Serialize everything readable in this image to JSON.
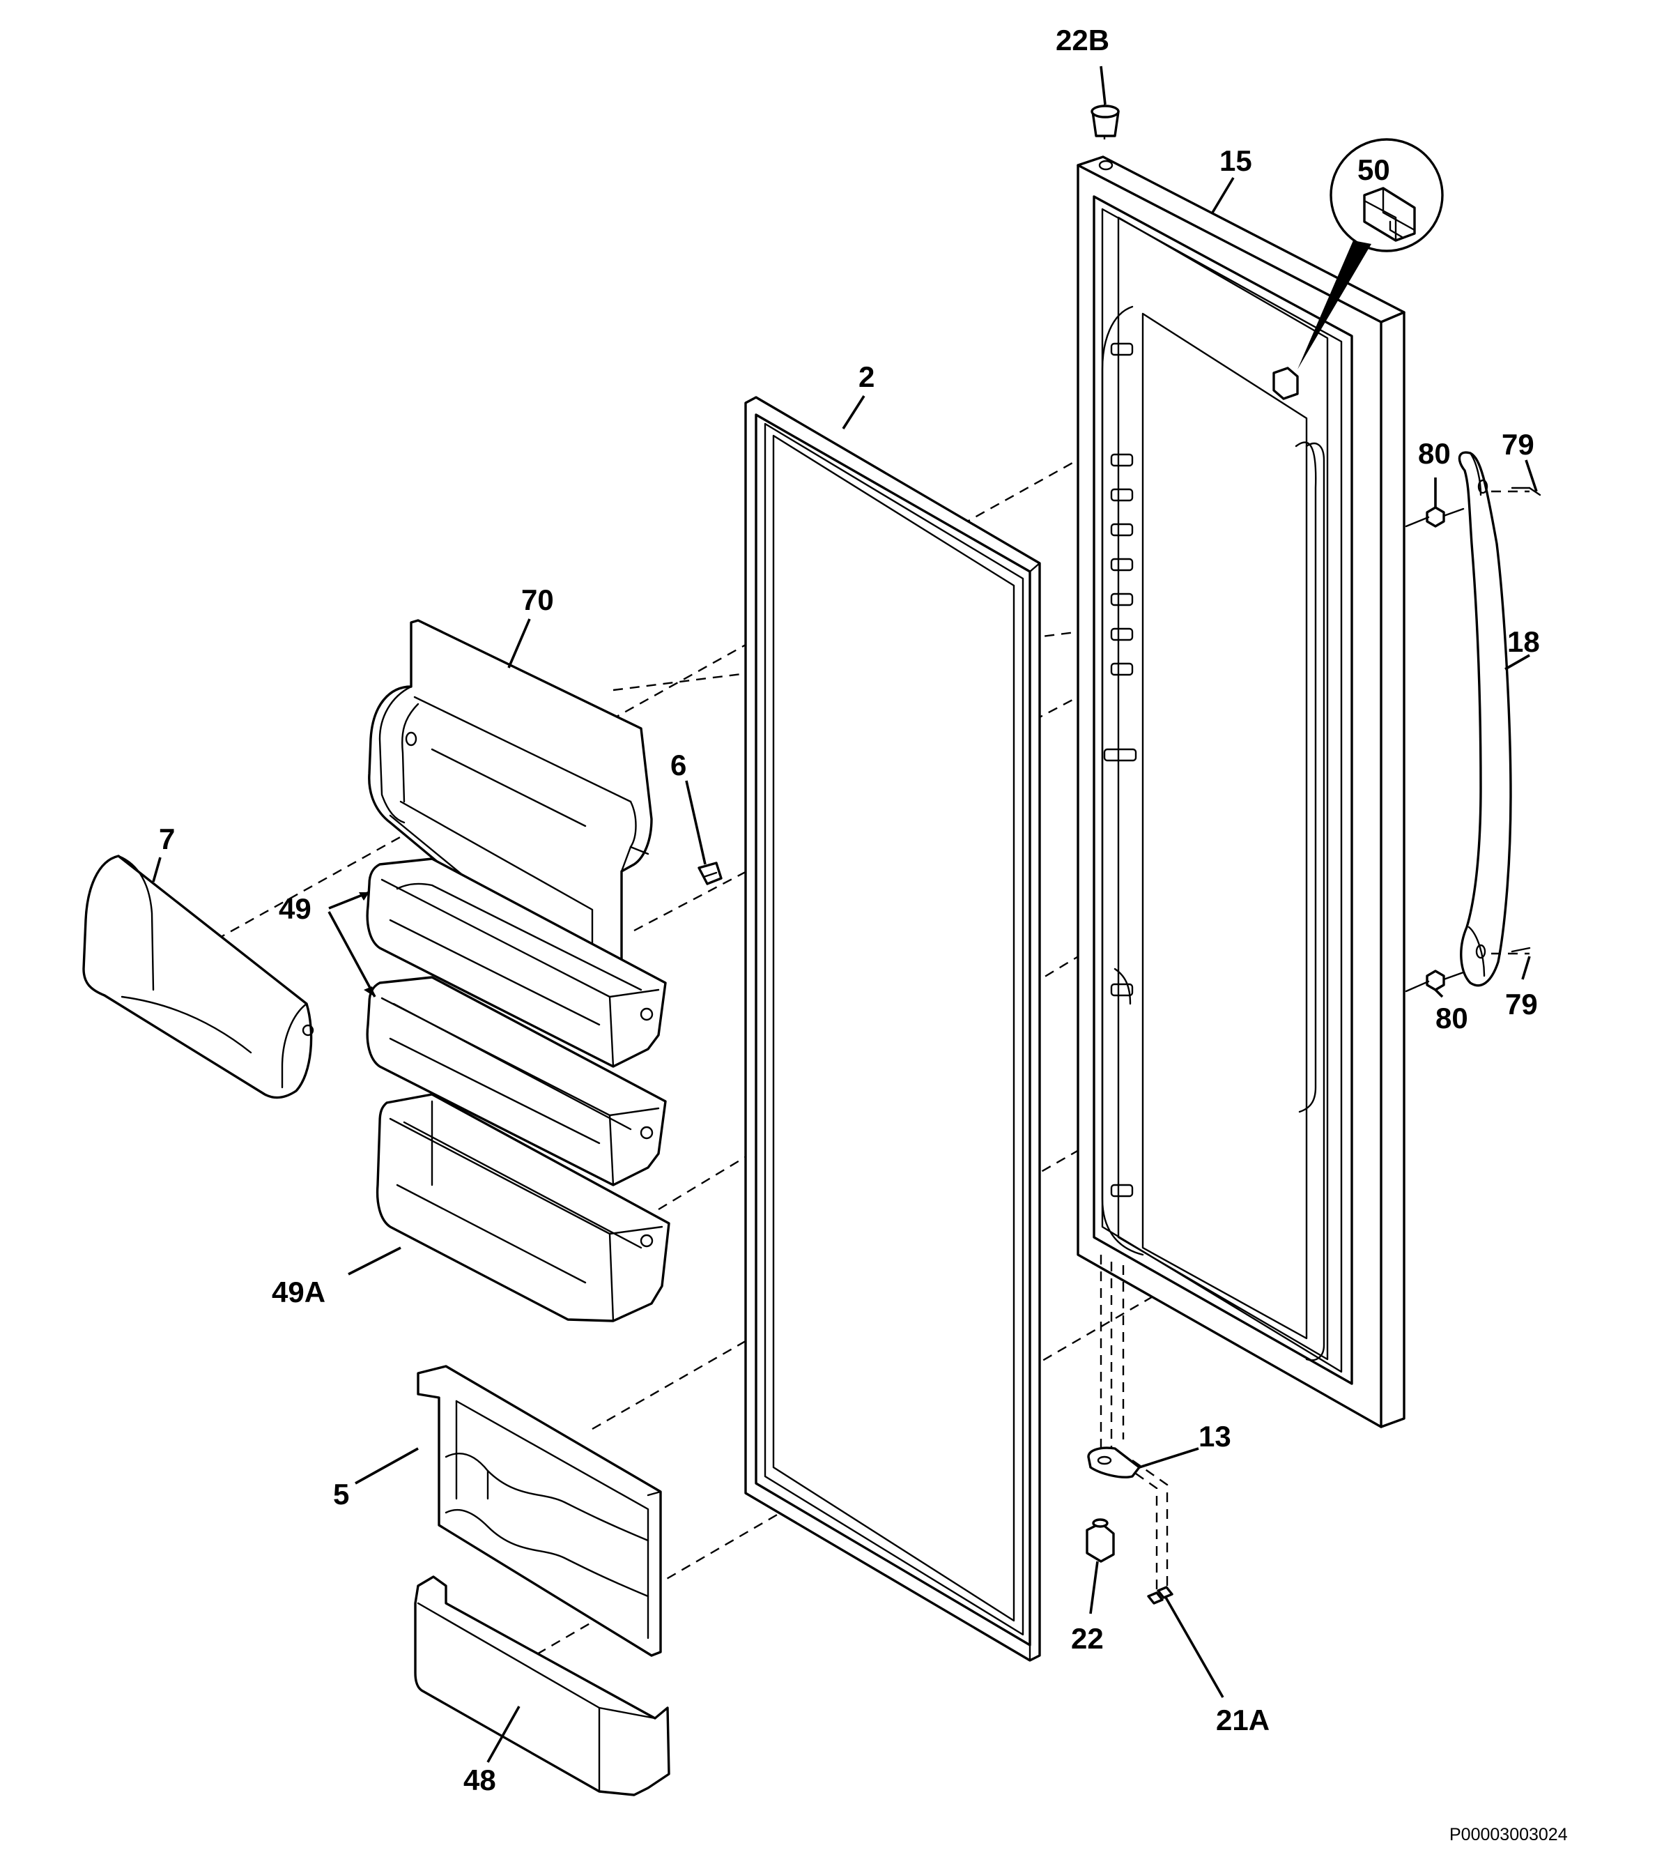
{
  "callouts": {
    "c22B": "22B",
    "c15": "15",
    "c50": "50",
    "c2": "2",
    "c80a": "80",
    "c79a": "79",
    "c18": "18",
    "c70": "70",
    "c6": "6",
    "c7": "7",
    "c49": "49",
    "c80b": "80",
    "c79b": "79",
    "c49A": "49A",
    "c13": "13",
    "c5": "5",
    "c22": "22",
    "c21A": "21A",
    "c48": "48"
  },
  "reference_code": "P00003003024",
  "colors": {
    "ink": "#000000",
    "paper": "#ffffff"
  }
}
